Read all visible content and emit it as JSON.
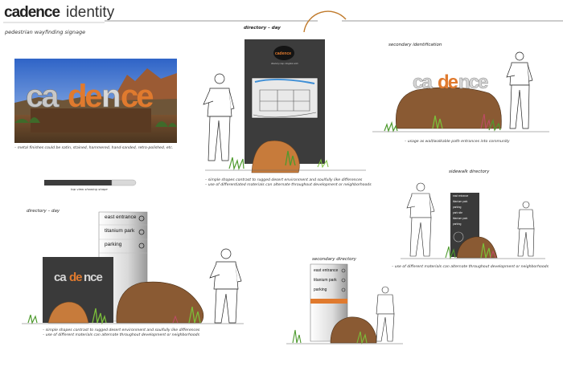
{
  "header": {
    "brand": "cadence",
    "word": "identity",
    "subtitle": "pedestrian wayfinding signage"
  },
  "sections": {
    "photo_caption": "– metal finishes could be satin, stained, hammered, hand-sanded, retro-polished, etc.",
    "monument_label": "directory – day",
    "monument_sign_logo": "cadence",
    "monument_sign_sub": "directory map • kingdom arch",
    "monument_notes": [
      "– simple shapes contrast to rugged desert environment and soulfully like differences",
      "– use of differentiated materials can alternate throughout development or neighborhoods"
    ],
    "secondary_id_label": "secondary identification",
    "secondary_id_logo": "cadence",
    "secondary_id_note": "– usage as wall/walkable path entrances into community",
    "legend_caption": "top view showing shape",
    "directory_day_label": "directory – day",
    "directory_items": [
      "east entrance",
      "titanium park",
      "parking"
    ],
    "directory_logo": "cadence",
    "directory_notes": [
      "– simple shapes contrast to rugged desert environment and soulfully like differences",
      "– use of different materials can alternate throughout development or neighborhoods"
    ],
    "secondary_dir_label": "secondary directory",
    "secondary_dir_items": [
      "east entrance",
      "titanium park",
      "parking"
    ],
    "sidewalk_label": "sidewalk directory",
    "sidewalk_items": [
      "east entrance",
      "titanium park",
      "parking",
      "park site",
      "titanium park",
      "parking"
    ],
    "sidewalk_note": "– use of different materials can alternate throughout development or neighborhoods"
  },
  "colors": {
    "dark_panel": "#3a3a3a",
    "orange": "#d9772b",
    "rock": "#8a5a33",
    "grass": "#4e9a2e",
    "sky": "#5a8fd4"
  }
}
